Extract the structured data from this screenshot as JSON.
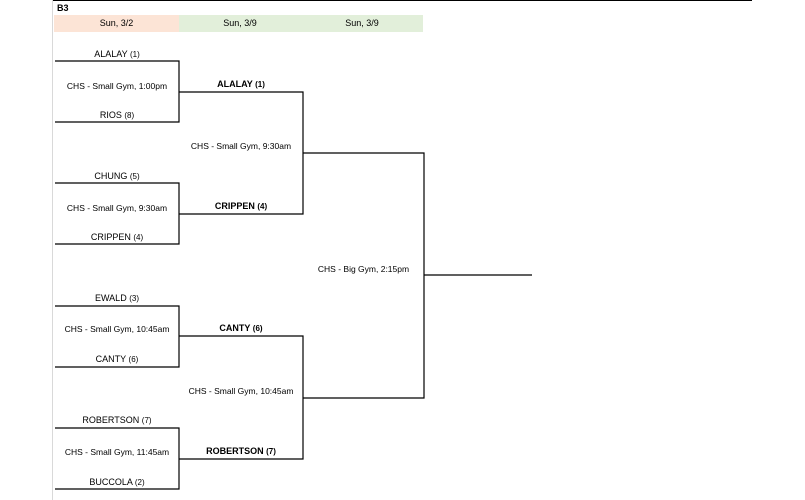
{
  "bracket_title": "B3",
  "rounds": [
    {
      "date": "Sun, 3/2",
      "color": "#fce4d6"
    },
    {
      "date": "Sun, 3/9",
      "color": "#e2efda"
    },
    {
      "date": "Sun, 3/9",
      "color": "#e2efda"
    }
  ],
  "round1": [
    {
      "top": {
        "name": "ALALAY",
        "seed": "(1)"
      },
      "venue": "CHS - Small Gym, 1:00pm",
      "bottom": {
        "name": "RIOS",
        "seed": "(8)"
      }
    },
    {
      "top": {
        "name": "CHUNG",
        "seed": "(5)"
      },
      "venue": "CHS - Small Gym, 9:30am",
      "bottom": {
        "name": "CRIPPEN",
        "seed": "(4)"
      }
    },
    {
      "top": {
        "name": "EWALD",
        "seed": "(3)"
      },
      "venue": "CHS - Small Gym, 10:45am",
      "bottom": {
        "name": "CANTY",
        "seed": "(6)"
      }
    },
    {
      "top": {
        "name": "ROBERTSON",
        "seed": "(7)"
      },
      "venue": "CHS - Small Gym, 11:45am",
      "bottom": {
        "name": "BUCCOLA",
        "seed": "(2)"
      }
    }
  ],
  "round2": [
    {
      "top": {
        "name": "ALALAY",
        "seed": "(1)"
      },
      "venue": "CHS - Small Gym, 9:30am",
      "bottom": {
        "name": "CRIPPEN",
        "seed": "(4)"
      }
    },
    {
      "top": {
        "name": "CANTY",
        "seed": "(6)"
      },
      "venue": "CHS - Small Gym, 10:45am",
      "bottom": {
        "name": "ROBERTSON",
        "seed": "(7)"
      }
    }
  ],
  "final": {
    "venue": "CHS - Big Gym, 2:15pm"
  }
}
